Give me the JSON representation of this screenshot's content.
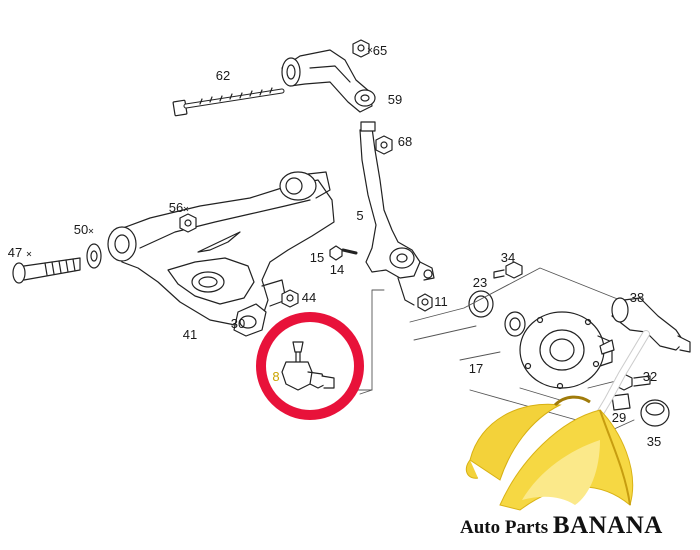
{
  "diagram": {
    "part_numbers": {
      "p65": "65",
      "p62": "62",
      "p59": "59",
      "p68": "68",
      "p56": "56",
      "p5": "5",
      "p50": "50",
      "p47": "47",
      "p15": "15",
      "p14": "14",
      "p34": "34",
      "p11": "11",
      "p23": "23",
      "p44": "44",
      "p38": "38",
      "p41": "41",
      "p17": "17",
      "p32": "32",
      "p29": "29",
      "p35": "35",
      "p30": "30",
      "p8": "8"
    },
    "highlight_color": "#e8123a",
    "highlighted_part": "8"
  },
  "watermark": {
    "brand_part1": "Auto Parts ",
    "brand_part2": "BANANA",
    "logo_icon": "banana-icon"
  }
}
